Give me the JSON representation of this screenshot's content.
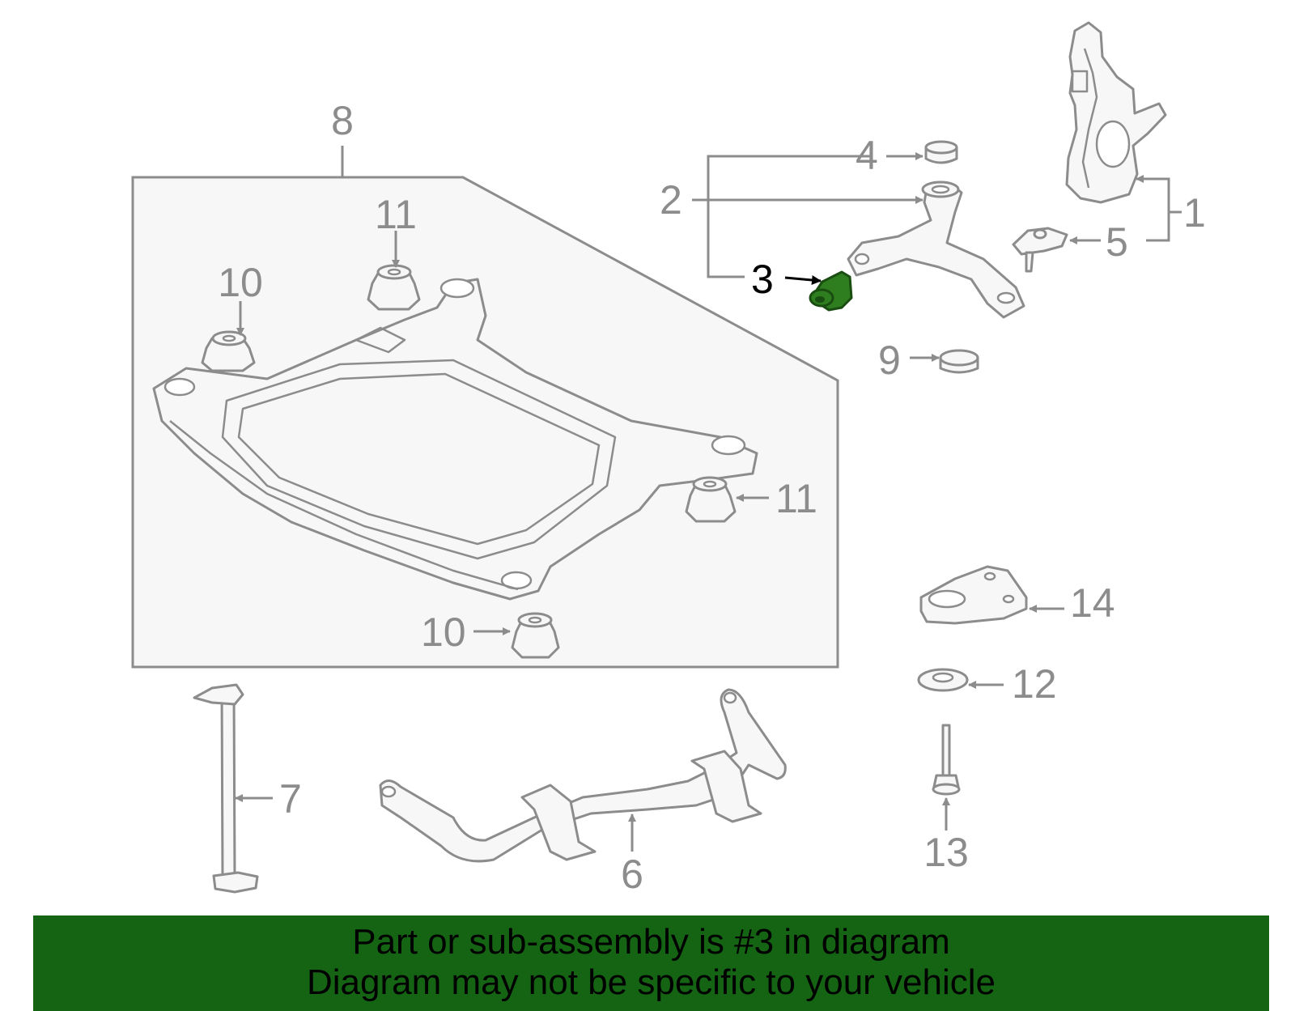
{
  "callouts": {
    "c1": "1",
    "c2": "2",
    "c3": "3",
    "c4": "4",
    "c5": "5",
    "c6": "6",
    "c7": "7",
    "c8": "8",
    "c9": "9",
    "c10a": "10",
    "c10b": "10",
    "c11a": "11",
    "c11b": "11",
    "c12": "12",
    "c13": "13",
    "c14": "14"
  },
  "highlight": {
    "part_number": "3",
    "color": "#2e7d1f"
  },
  "banner": {
    "line1": "Part or sub-assembly is #3 in diagram",
    "line2": "Diagram may not be specific to your vehicle",
    "background": "#146414"
  }
}
